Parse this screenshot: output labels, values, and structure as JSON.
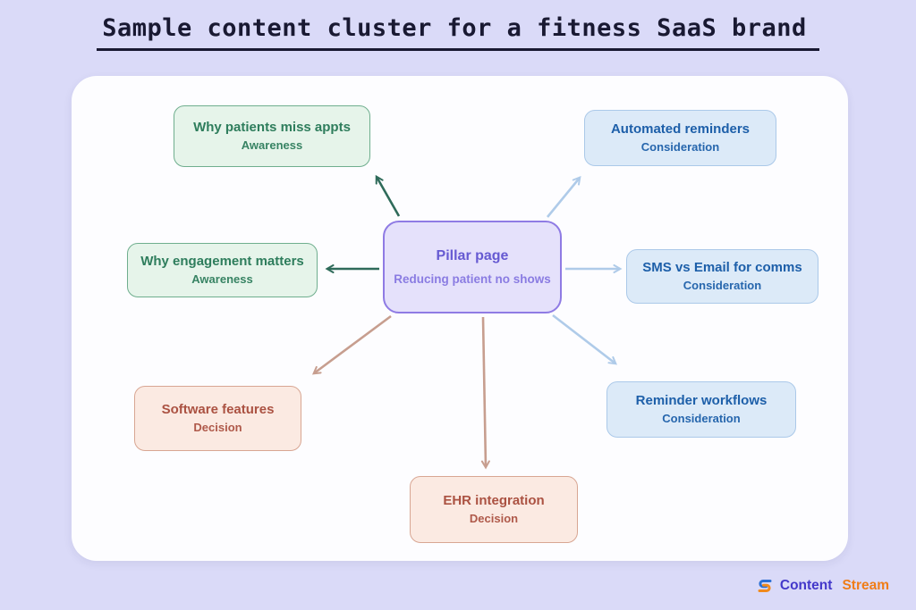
{
  "title": "Sample content cluster for a fitness SaaS brand",
  "center": {
    "title": "Pillar page",
    "subtitle": "Reducing patient no shows"
  },
  "nodes": [
    {
      "title": "Why patients miss appts",
      "stage": "Awareness",
      "theme": "green"
    },
    {
      "title": "Automated reminders",
      "stage": "Consideration",
      "theme": "blue"
    },
    {
      "title": "Why engagement matters",
      "stage": "Awareness",
      "theme": "green"
    },
    {
      "title": "SMS vs Email for comms",
      "stage": "Consideration",
      "theme": "blue"
    },
    {
      "title": "Software features",
      "stage": "Decision",
      "theme": "peach"
    },
    {
      "title": "Reminder workflows",
      "stage": "Consideration",
      "theme": "blue"
    },
    {
      "title": "EHR integration",
      "stage": "Decision",
      "theme": "peach"
    }
  ],
  "connections": [
    {
      "from": "Pillar page",
      "to": "Why patients miss appts",
      "color": "#2f6b5a"
    },
    {
      "from": "Pillar page",
      "to": "Why engagement matters",
      "color": "#2f6b5a"
    },
    {
      "from": "Pillar page",
      "to": "Software features",
      "color": "#c79e8f"
    },
    {
      "from": "Pillar page",
      "to": "EHR integration",
      "color": "#c79e8f"
    },
    {
      "from": "Pillar page",
      "to": "Automated reminders",
      "color": "#afcbe9"
    },
    {
      "from": "Pillar page",
      "to": "SMS vs Email for comms",
      "color": "#afcbe9"
    },
    {
      "from": "Pillar page",
      "to": "Reminder workflows",
      "color": "#afcbe9"
    }
  ],
  "brand": {
    "part1": "Content",
    "part2": "Stream"
  },
  "colors": {
    "page_background": "#dadaf8",
    "canvas_background": "#fdfdff",
    "green_node": "#e6f4ea",
    "green_border": "#6fae8e",
    "green_text": "#2e7d5c",
    "blue_node": "#dceaf8",
    "blue_border": "#abc9e9",
    "blue_text": "#1d5fa9",
    "peach_node": "#fbeae2",
    "peach_border": "#d8a693",
    "peach_text": "#ab5242",
    "center_node": "#e5e1fb",
    "center_border": "#8f7be4",
    "center_text": "#665ad2",
    "arrow_green": "#2f6b5a",
    "arrow_tan": "#c79e8f",
    "arrow_blue": "#afcbe9",
    "brand_blue": "#4338ca",
    "brand_orange": "#f07d18"
  }
}
